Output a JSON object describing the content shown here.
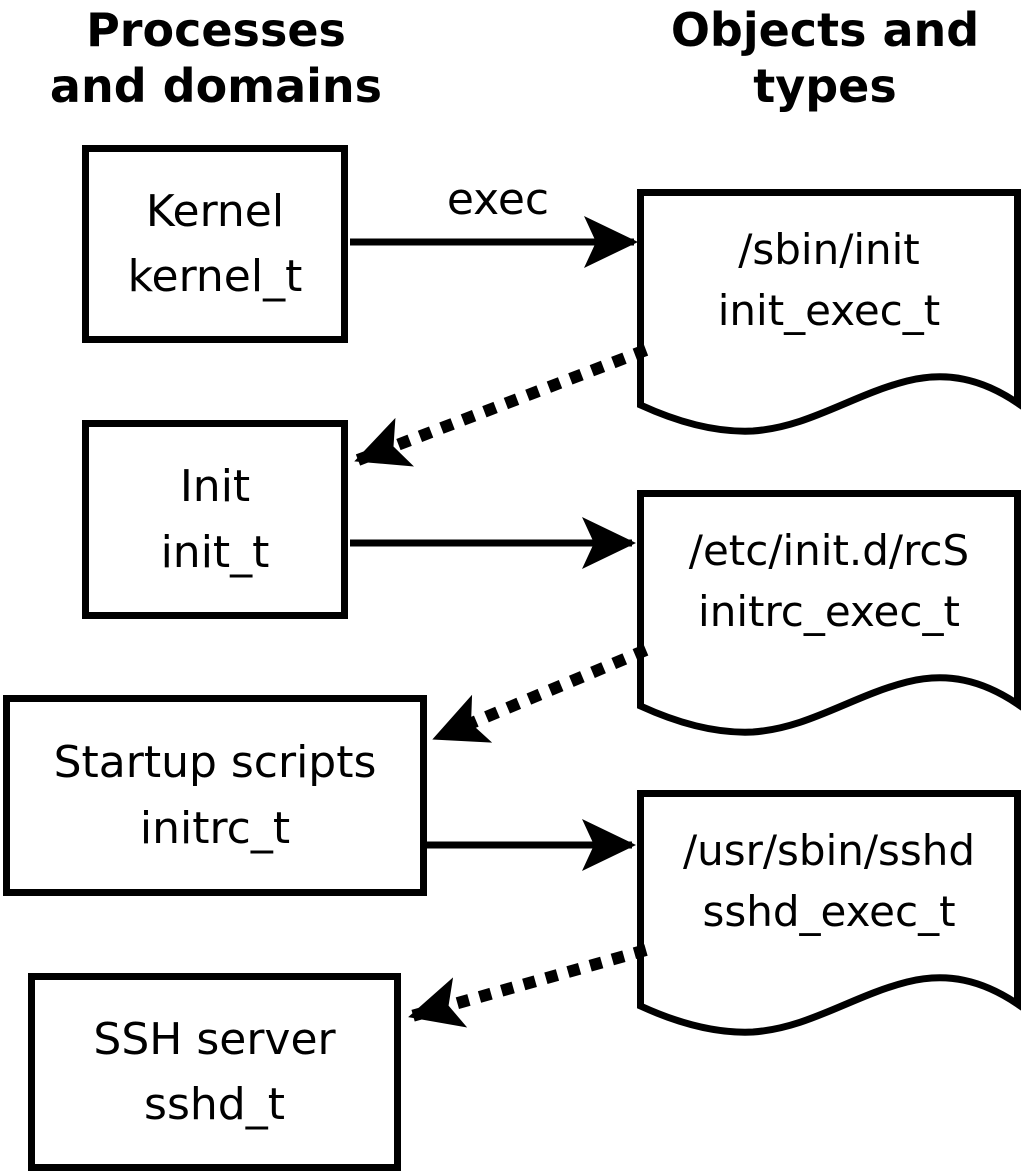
{
  "headers": {
    "left": {
      "line1": "Processes",
      "line2": "and domains"
    },
    "right": {
      "line1": "Objects and",
      "line2": "types"
    }
  },
  "processes": [
    {
      "id": "kernel",
      "title": "Kernel",
      "type_label": "kernel_t"
    },
    {
      "id": "init",
      "title": "Init",
      "type_label": "init_t"
    },
    {
      "id": "startup",
      "title": "Startup scripts",
      "type_label": "initrc_t"
    },
    {
      "id": "sshd",
      "title": "SSH server",
      "type_label": "sshd_t"
    }
  ],
  "objects": [
    {
      "id": "init_exec",
      "path": "/sbin/init",
      "type_label": "init_exec_t"
    },
    {
      "id": "initrc_exec",
      "path": "/etc/init.d/rcS",
      "type_label": "initrc_exec_t"
    },
    {
      "id": "sshd_exec",
      "path": "/usr/sbin/sshd",
      "type_label": "sshd_exec_t"
    }
  ],
  "edges": {
    "solid": [
      {
        "from": "kernel",
        "to": "init_exec",
        "label": "exec",
        "style": "solid"
      },
      {
        "from": "init",
        "to": "initrc_exec",
        "label": "",
        "style": "solid"
      },
      {
        "from": "startup",
        "to": "sshd_exec",
        "label": "",
        "style": "solid"
      }
    ],
    "dotted": [
      {
        "from": "init_exec",
        "to": "init",
        "style": "dotted"
      },
      {
        "from": "initrc_exec",
        "to": "startup",
        "style": "dotted"
      },
      {
        "from": "sshd_exec",
        "to": "sshd",
        "style": "dotted"
      }
    ]
  },
  "colors": {
    "ink": "#000000",
    "background": "#ffffff"
  }
}
